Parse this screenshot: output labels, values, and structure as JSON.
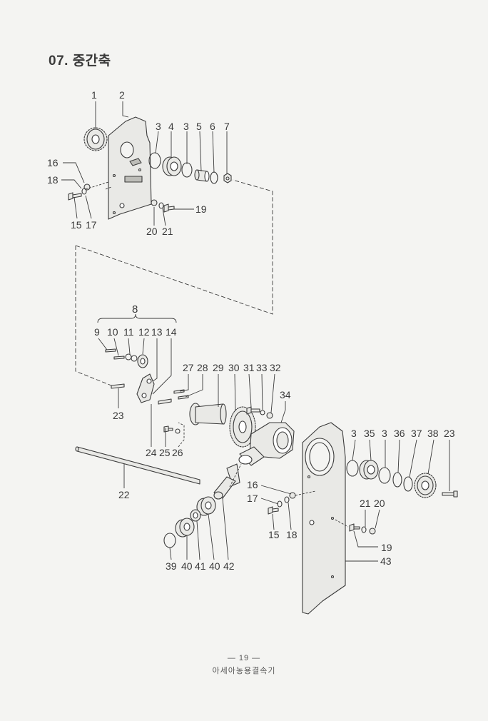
{
  "title": "07. 중간축",
  "footer": {
    "page_number": "— 19 —",
    "caption": "아세아농용결속기"
  },
  "part_numbers": [
    "1",
    "2",
    "3",
    "4",
    "3",
    "5",
    "6",
    "7",
    "16",
    "18",
    "15",
    "17",
    "19",
    "20",
    "21",
    "8",
    "9",
    "10",
    "11",
    "12",
    "13",
    "14",
    "23",
    "27",
    "28",
    "29",
    "30",
    "31",
    "33",
    "32",
    "34",
    "24",
    "25",
    "26",
    "22",
    "16",
    "17",
    "15",
    "18",
    "3",
    "35",
    "3",
    "36",
    "37",
    "38",
    "23",
    "21",
    "20",
    "19",
    "43",
    "39",
    "40",
    "41",
    "40",
    "42"
  ],
  "colors": {
    "ink": "#3a3a3a",
    "paper": "#f4f4f2",
    "part_fill": "#e9e9e6"
  }
}
